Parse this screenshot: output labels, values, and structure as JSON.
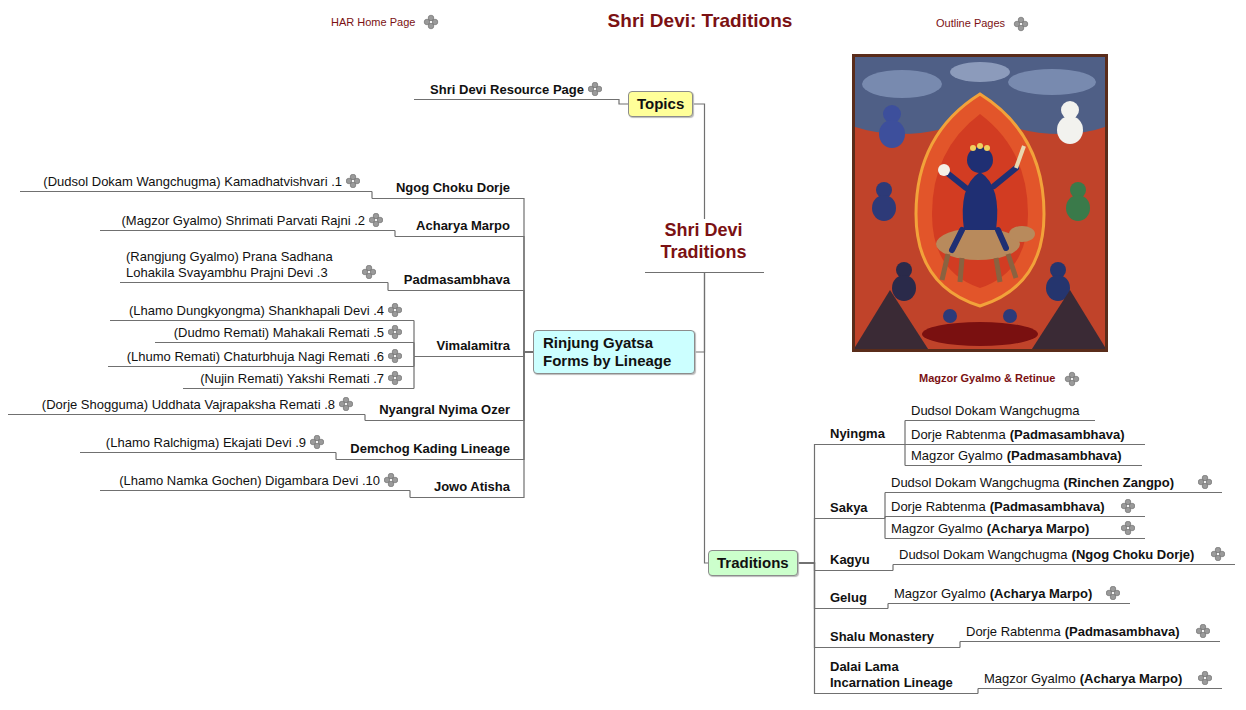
{
  "diagram": {
    "title": "Shri Devi: Traditions",
    "nodes": [
      {
        "text": [
          "Shri Devi Traditions"
        ]
      },
      {
        "text": [
          "Topics"
        ]
      },
      {
        "text": [
          "Shri Devi Resource Page"
        ]
      },
      {
        "text": [
          "Rinjung Gyatsa Forms by Lineage"
        ]
      },
      {
        "text": [
          "Ngog Choku Dorje"
        ]
      },
      {
        "text": [
          "(Dudsol Dokam Wangchugma) Kamadhatvishvari .1"
        ]
      },
      {
        "text": [
          "Acharya Marpo"
        ]
      },
      {
        "text": [
          "(Magzor Gyalmo) Shrimati Parvati Rajni .2"
        ]
      },
      {
        "text": [
          "Padmasambhava"
        ]
      },
      {
        "text": [
          "(Rangjung Gyalmo) Prana Sadhana Lohakila Svayambhu Prajni Devi .3"
        ]
      },
      {
        "text": [
          "Vimalamitra"
        ]
      },
      {
        "text": [
          "(Lhamo Dungkyongma) Shankhapali Devi .4"
        ]
      },
      {
        "text": [
          "(Dudmo Remati) Mahakali Remati .5"
        ]
      },
      {
        "text": [
          "(Lhumo Remati) Chaturbhuja Nagi Remati .6"
        ]
      },
      {
        "text": [
          "(Nujin Remati) Yakshi Remati .7"
        ]
      },
      {
        "text": [
          "Nyangral Nyima Ozer"
        ]
      },
      {
        "text": [
          "(Dorje Shogguma) Uddhata Vajrapaksha Remati .8"
        ]
      },
      {
        "text": [
          "Demchog Kading Lineage"
        ]
      },
      {
        "text": [
          "(Lhamo Ralchigma) Ekajati Devi .9"
        ]
      },
      {
        "text": [
          "Jowo Atisha"
        ]
      },
      {
        "text": [
          "(Lhamo Namka Gochen) Digambara Devi .10"
        ]
      },
      {
        "text": [
          "Traditions"
        ]
      },
      {
        "text": [
          "Nyingma"
        ]
      },
      {
        "text": [
          "Dudsol Dokam Wangchugma"
        ]
      },
      {
        "text": [
          "Dorje Rabtenma",
          "(Padmasambhava)"
        ]
      },
      {
        "text": [
          "Magzor Gyalmo",
          "(Padmasambhava)"
        ]
      },
      {
        "text": [
          "Sakya"
        ]
      },
      {
        "text": [
          "Dudsol Dokam Wangchugma",
          "(Rinchen Zangpo)"
        ]
      },
      {
        "text": [
          "Dorje Rabtenma",
          "(Padmasambhava)"
        ]
      },
      {
        "text": [
          "Magzor Gyalmo",
          "(Acharya Marpo)"
        ]
      },
      {
        "text": [
          "Kagyu"
        ]
      },
      {
        "text": [
          "Dudsol Dokam Wangchugma",
          "(Ngog Choku Dorje)"
        ]
      },
      {
        "text": [
          "Gelug"
        ]
      },
      {
        "text": [
          "Magzor Gyalmo",
          "(Acharya Marpo)"
        ]
      },
      {
        "text": [
          "Shalu Monastery"
        ]
      },
      {
        "text": [
          "Dorje Rabtenma",
          "(Padmasambhava)"
        ]
      },
      {
        "text": [
          "Dalai Lama Incarnation Lineage"
        ]
      },
      {
        "text": [
          "Magzor Gyalmo",
          "(Acharya Marpo)"
        ]
      }
    ],
    "edges": [
      {
        "from": 0,
        "to": 1,
        "arrow": "none"
      },
      {
        "from": 1,
        "to": 2,
        "arrow": "none"
      },
      {
        "from": 0,
        "to": 3,
        "arrow": "none"
      },
      {
        "from": 3,
        "to": 4,
        "arrow": "none"
      },
      {
        "from": 4,
        "to": 5,
        "arrow": "none"
      },
      {
        "from": 3,
        "to": 6,
        "arrow": "none"
      },
      {
        "from": 6,
        "to": 7,
        "arrow": "none"
      },
      {
        "from": 3,
        "to": 8,
        "arrow": "none"
      },
      {
        "from": 8,
        "to": 9,
        "arrow": "none"
      },
      {
        "from": 3,
        "to": 10,
        "arrow": "none"
      },
      {
        "from": 10,
        "to": 11,
        "arrow": "none"
      },
      {
        "from": 10,
        "to": 12,
        "arrow": "none"
      },
      {
        "from": 10,
        "to": 13,
        "arrow": "none"
      },
      {
        "from": 10,
        "to": 14,
        "arrow": "none"
      },
      {
        "from": 3,
        "to": 15,
        "arrow": "none"
      },
      {
        "from": 15,
        "to": 16,
        "arrow": "none"
      },
      {
        "from": 3,
        "to": 17,
        "arrow": "none"
      },
      {
        "from": 17,
        "to": 18,
        "arrow": "none"
      },
      {
        "from": 3,
        "to": 19,
        "arrow": "none"
      },
      {
        "from": 19,
        "to": 20,
        "arrow": "none"
      },
      {
        "from": 0,
        "to": 21,
        "arrow": "none"
      },
      {
        "from": 21,
        "to": 22,
        "arrow": "none"
      },
      {
        "from": 22,
        "to": 23,
        "arrow": "none"
      },
      {
        "from": 22,
        "to": 24,
        "arrow": "none"
      },
      {
        "from": 22,
        "to": 25,
        "arrow": "none"
      },
      {
        "from": 21,
        "to": 26,
        "arrow": "none"
      },
      {
        "from": 26,
        "to": 27,
        "arrow": "none"
      },
      {
        "from": 26,
        "to": 28,
        "arrow": "none"
      },
      {
        "from": 26,
        "to": 29,
        "arrow": "none"
      },
      {
        "from": 21,
        "to": 30,
        "arrow": "none"
      },
      {
        "from": 30,
        "to": 31,
        "arrow": "none"
      },
      {
        "from": 21,
        "to": 32,
        "arrow": "none"
      },
      {
        "from": 32,
        "to": 33,
        "arrow": "none"
      },
      {
        "from": 21,
        "to": 34,
        "arrow": "none"
      },
      {
        "from": 34,
        "to": 35,
        "arrow": "none"
      },
      {
        "from": 21,
        "to": 36,
        "arrow": "none"
      },
      {
        "from": 36,
        "to": 37,
        "arrow": "none"
      }
    ],
    "labels": [
      "HAR Home Page",
      "Outline Pages",
      "Magzor Gyalmo & Retinue"
    ]
  }
}
